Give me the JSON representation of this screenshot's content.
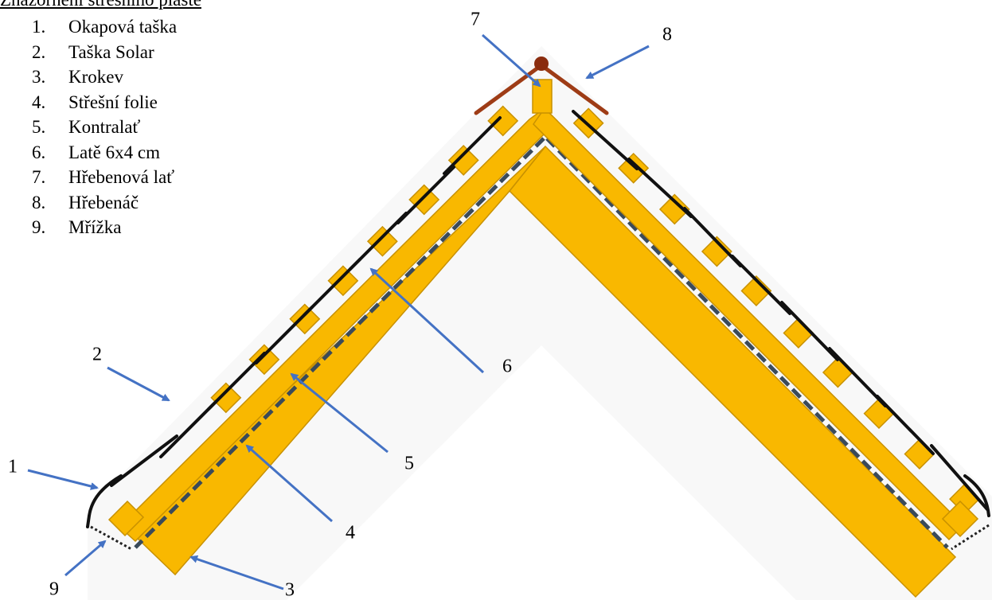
{
  "legend": {
    "title": "Znázornění střešního pláště",
    "items": [
      {
        "num": "1.",
        "label": "Okapová taška"
      },
      {
        "num": "2.",
        "label": "Taška Solar"
      },
      {
        "num": "3.",
        "label": "Krokev"
      },
      {
        "num": "4.",
        "label": "Střešní folie"
      },
      {
        "num": "5.",
        "label": "Kontralať"
      },
      {
        "num": "6.",
        "label": "Latě 6x4 cm"
      },
      {
        "num": "7.",
        "label": "Hřebenová lať"
      },
      {
        "num": "8.",
        "label": "Hřebenáč"
      },
      {
        "num": "9.",
        "label": "Mřížka"
      }
    ]
  },
  "callouts": [
    "1",
    "2",
    "3",
    "4",
    "5",
    "6",
    "7",
    "8",
    "9"
  ],
  "colors": {
    "timber": "#f9b800",
    "timber_edge": "#c89100",
    "tile": "#111111",
    "ridge_cap": "#9e3c16",
    "ridge_knob": "#8a2c0e",
    "membrane_dash": "#3a4a5a",
    "arrow": "#4472c4",
    "backdrop": "#f8f8f8"
  }
}
